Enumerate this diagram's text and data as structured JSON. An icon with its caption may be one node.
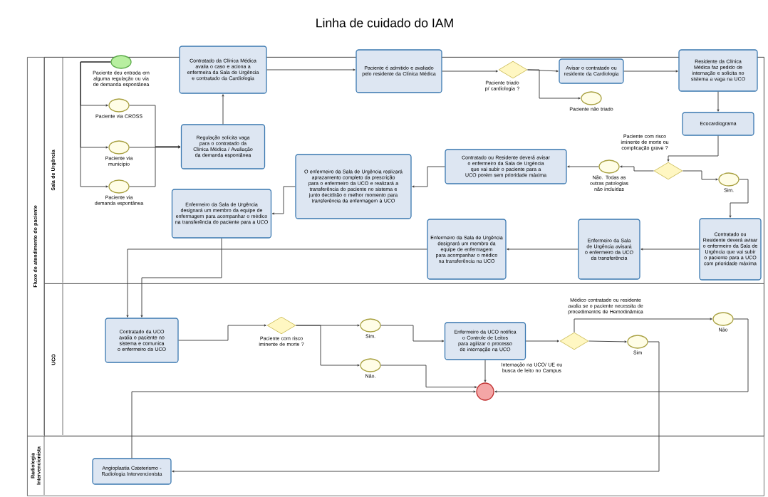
{
  "diagram": {
    "title": "Linha de cuidado do IAM",
    "nodes": [
      {
        "text": [
          "Fluxo de atendimento do paciente"
        ]
      },
      {
        "text": [
          "Sala de Urgência"
        ],
        "in": 0
      },
      {
        "text": [
          "UCO"
        ],
        "in": 0
      },
      {
        "text": [
          "Radiologia Intervencionista"
        ]
      },
      {
        "text": [
          "Paciente deu entrada em alguma regulação ou via de demanda espontânea"
        ],
        "in": 1
      },
      {
        "text": [
          "Paciente via CROSS"
        ],
        "in": 1
      },
      {
        "text": [
          "Paciente via município"
        ],
        "in": 1
      },
      {
        "text": [
          "Paciente via demanda espontânea"
        ],
        "in": 1
      },
      {
        "text": [
          "Contratado da Clínica Médica avalia o caso e aciona a enfermeira da Sala de Urgência e contratado da Cardiologia"
        ],
        "in": 1
      },
      {
        "text": [
          "Regulação solicita vaga para o contratado da Clínica Médica / Avaliação da demanda espontânea"
        ],
        "in": 1
      },
      {
        "text": [
          "Paciente é admitido e avaliado pelo residente da Clínica Médica"
        ],
        "in": 1
      },
      {
        "text": [
          "Paciente triado p/ cardiologia ?"
        ],
        "in": 1
      },
      {
        "text": [
          "Avisar o contratado ou residente da Cardiologia"
        ],
        "in": 1
      },
      {
        "text": [
          "Paciente não triado"
        ],
        "in": 1
      },
      {
        "text": [
          "Residente da Clínica Médica faz pedido de internação e solicita no sistema a vaga na UCO"
        ],
        "in": 1
      },
      {
        "text": [
          "Ecocardiograma"
        ],
        "in": 1
      },
      {
        "text": [
          "Paciente com risco iminente de morte ou complicação grave ?"
        ],
        "in": 1
      },
      {
        "text": [
          "Não. Todas as outras patologias não incluídas"
        ],
        "in": 1
      },
      {
        "text": [
          "Sim."
        ],
        "in": 1
      },
      {
        "text": [
          "Contratado ou Residente deverá avisar o enfermeiro da Sala de Urgência que vai subir o paciente para a UCO porém sem prioridade máxima"
        ],
        "in": 1
      },
      {
        "text": [
          "O enfermeiro da Sala de Urgência realizará aprazamento completo da prescrição para o enfermeiro da UCO e realizará a transferência do paciente no sistema e junto decidirão o melhor momento para transferência da enfermagem à UCO"
        ],
        "in": 1
      },
      {
        "text": [
          "Enfermeiro da Sala de Urgência designará um membro da equipe de enfermagem para acompanhar o médico na transferência do paciente para a UCO"
        ],
        "in": 1
      },
      {
        "text": [
          "Contratado ou Residente deverá avisar o enfermeiro da Sala de Urgência que vai subir o paciente para a UCO com prioridade máxima"
        ],
        "in": 1
      },
      {
        "text": [
          "Enfermeiro da Sala de Urgência avisará o enfermeiro da UCO da transferência"
        ],
        "in": 1
      },
      {
        "text": [
          "Enfermeiro da Sala de Urgência designará um membro da equipe de enfermagem para acompanhar o médico na transferência na UCO"
        ],
        "in": 1
      },
      {
        "text": [
          "Contratado da UCO avalia o paciente no sistema e comunica o enfermeiro da UCO"
        ],
        "in": 2
      },
      {
        "text": [
          "Paciente com risco iminente de morte ?"
        ],
        "in": 2
      },
      {
        "text": [
          "Sim."
        ],
        "in": 2
      },
      {
        "text": [
          "Não."
        ],
        "in": 2
      },
      {
        "text": [
          "Enfermeiro da UCO notifica o Controle de Leitos para agilizar o processo de internação na UCO"
        ],
        "in": 2
      },
      {
        "text": [
          "Médico contratado ou residente avalia se o paciente necessita de procedimentos de Hemodinâmica"
        ],
        "in": 2
      },
      {
        "text": [
          "Não"
        ],
        "in": 2
      },
      {
        "text": [
          "Sim"
        ],
        "in": 2
      },
      {
        "text": [
          "Internação na UCO/ UE ou busca de leito no Campus"
        ],
        "in": 2
      },
      {
        "text": [
          "Angioplastia Cateterismo - Radiologia Intervencionista"
        ],
        "in": 3
      }
    ],
    "edges": [
      {
        "from": 4,
        "to": 5,
        "arrow": "to"
      },
      {
        "from": 4,
        "to": 6,
        "arrow": "to"
      },
      {
        "from": 4,
        "to": 7,
        "arrow": "to"
      },
      {
        "from": 5,
        "to": 9,
        "arrow": "to"
      },
      {
        "from": 6,
        "to": 9,
        "arrow": "to"
      },
      {
        "from": 7,
        "to": 9,
        "arrow": "to"
      },
      {
        "from": 9,
        "to": 8,
        "arrow": "to"
      },
      {
        "from": 8,
        "to": 10,
        "arrow": "to"
      },
      {
        "from": 10,
        "to": 11,
        "arrow": "to"
      },
      {
        "from": 11,
        "to": 12,
        "arrow": "to"
      },
      {
        "from": 11,
        "to": 13,
        "arrow": "to"
      },
      {
        "from": 12,
        "to": 14,
        "arrow": "to"
      },
      {
        "from": 14,
        "to": 15,
        "arrow": "to"
      },
      {
        "from": 15,
        "to": 16,
        "arrow": "to"
      },
      {
        "from": 16,
        "to": 17,
        "arrow": "to"
      },
      {
        "from": 16,
        "to": 18,
        "arrow": "to"
      },
      {
        "from": 17,
        "to": 19,
        "arrow": "to"
      },
      {
        "from": 19,
        "to": 20,
        "arrow": "to"
      },
      {
        "from": 20,
        "to": 21,
        "arrow": "to"
      },
      {
        "from": 21,
        "to": 25,
        "arrow": "to"
      },
      {
        "from": 18,
        "to": 22,
        "arrow": "to"
      },
      {
        "from": 22,
        "to": 23,
        "arrow": "to"
      },
      {
        "from": 23,
        "to": 24,
        "arrow": "to"
      },
      {
        "from": 24,
        "to": 25,
        "arrow": "to"
      },
      {
        "from": 25,
        "to": 26,
        "arrow": "to"
      },
      {
        "from": 26,
        "to": 27,
        "arrow": "to"
      },
      {
        "from": 26,
        "to": 28,
        "arrow": "to"
      },
      {
        "from": 27,
        "to": 29,
        "arrow": "to"
      },
      {
        "from": 28,
        "to": 33,
        "arrow": "to"
      },
      {
        "from": 29,
        "to": 33,
        "arrow": "to"
      },
      {
        "from": 29,
        "to": 30,
        "arrow": "to"
      },
      {
        "from": 30,
        "to": 31,
        "arrow": "to"
      },
      {
        "from": 30,
        "to": 32,
        "arrow": "to"
      },
      {
        "from": 31,
        "to": 33,
        "arrow": "to"
      },
      {
        "from": 32,
        "to": 34,
        "arrow": "to"
      },
      {
        "from": 34,
        "to": 33,
        "arrow": "to"
      }
    ]
  }
}
